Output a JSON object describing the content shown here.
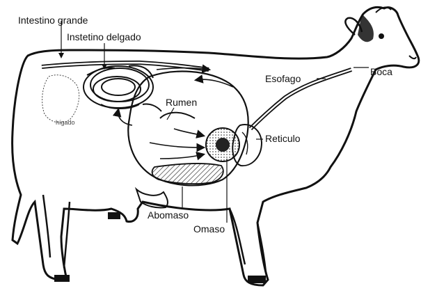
{
  "labels": {
    "intestino_grande": "Intestino grande",
    "intestino_delgado": "Instetino delgado",
    "rumen": "Rumen",
    "esofago": "Esofago",
    "boca": "Boca",
    "reticulo": "Reticulo",
    "abomaso": "Abomaso",
    "omaso": "Omaso",
    "higado": "hígado"
  },
  "colors": {
    "ink": "#111111",
    "paper": "#ffffff",
    "hatch": "#333333"
  }
}
